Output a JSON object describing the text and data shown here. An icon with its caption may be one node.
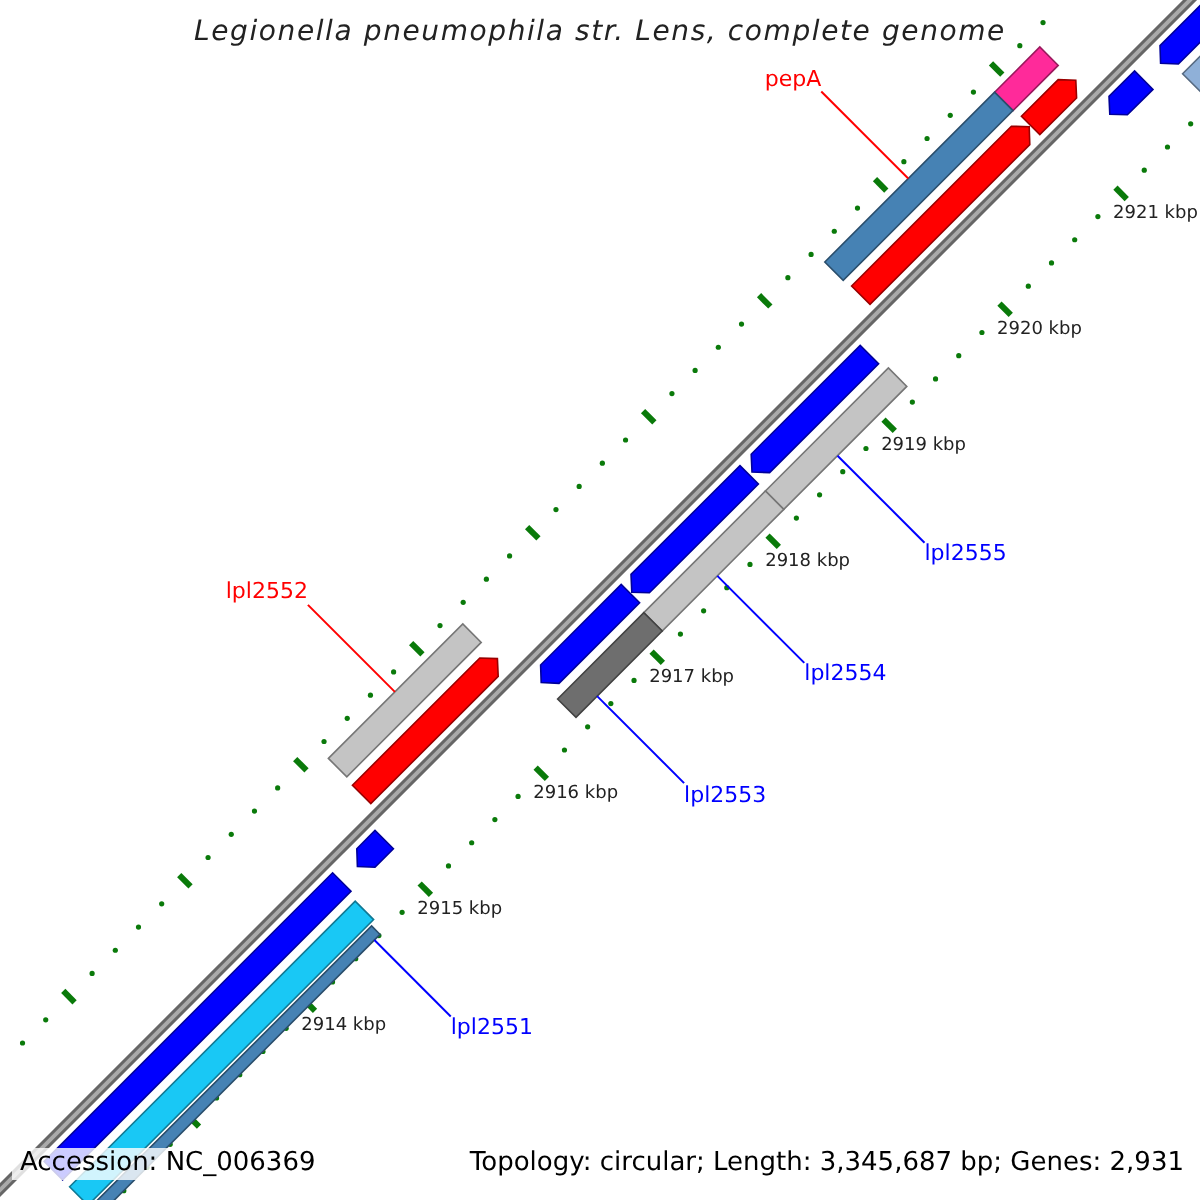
{
  "diagram": {
    "title": "Legionella pneumophila str. Lens, complete genome",
    "nodes": [
      {
        "text": [
          "pepA"
        ]
      },
      {
        "text": [],
        "shape": "bar"
      },
      {
        "text": [
          "lpl2555"
        ]
      },
      {
        "text": [],
        "shape": "bar"
      },
      {
        "text": [
          "lpl2554"
        ]
      },
      {
        "text": [],
        "shape": "bar"
      },
      {
        "text": [
          "lpl2552"
        ]
      },
      {
        "text": [],
        "shape": "bar"
      },
      {
        "text": [
          "lpl2553"
        ]
      },
      {
        "text": [],
        "shape": "bar"
      },
      {
        "text": [
          "lpl2551"
        ]
      },
      {
        "text": [],
        "shape": "bar"
      }
    ],
    "edges": [
      {
        "from": 0,
        "to": 1,
        "arrow": "none",
        "color": "#ff0000"
      },
      {
        "from": 2,
        "to": 3,
        "arrow": "none"
      },
      {
        "from": 4,
        "to": 5,
        "arrow": "none"
      },
      {
        "from": 6,
        "to": 7,
        "arrow": "none",
        "color": "#ff0000"
      },
      {
        "from": 8,
        "to": 9,
        "arrow": "none"
      },
      {
        "from": 10,
        "to": 11,
        "arrow": "none"
      }
    ],
    "labels": [
      "2921 kbp",
      "2920 kbp",
      "2919 kbp",
      "2918 kbp",
      "2917 kbp",
      "2916 kbp",
      "2915 kbp",
      "2914 kbp",
      "Accession: NC_006369",
      "Topology: circular; Length: 3,345,687 bp; Genes: 2,931"
    ]
  }
}
